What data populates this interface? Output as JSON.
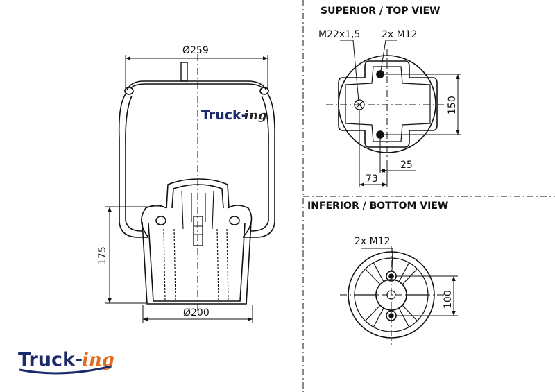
{
  "brand": {
    "name_main": "Truck-",
    "name_suffix": "ing",
    "main_color": "#1b2a6b",
    "suffix_color": "#e46a1e"
  },
  "side_view": {
    "dim_top_diameter": "Ø259",
    "dim_bottom_diameter": "Ø200",
    "dim_height": "175"
  },
  "top_view": {
    "title": "SUPERIOR / TOP VIEW",
    "label_thread": "M22x1,5",
    "label_bolts": "2x M12",
    "dim_vertical": "150",
    "dim_offset_a": "25",
    "dim_offset_b": "73"
  },
  "bottom_view": {
    "title": "INFERIOR / BOTTOM VIEW",
    "label_bolts": "2x M12",
    "dim_vertical": "100"
  }
}
